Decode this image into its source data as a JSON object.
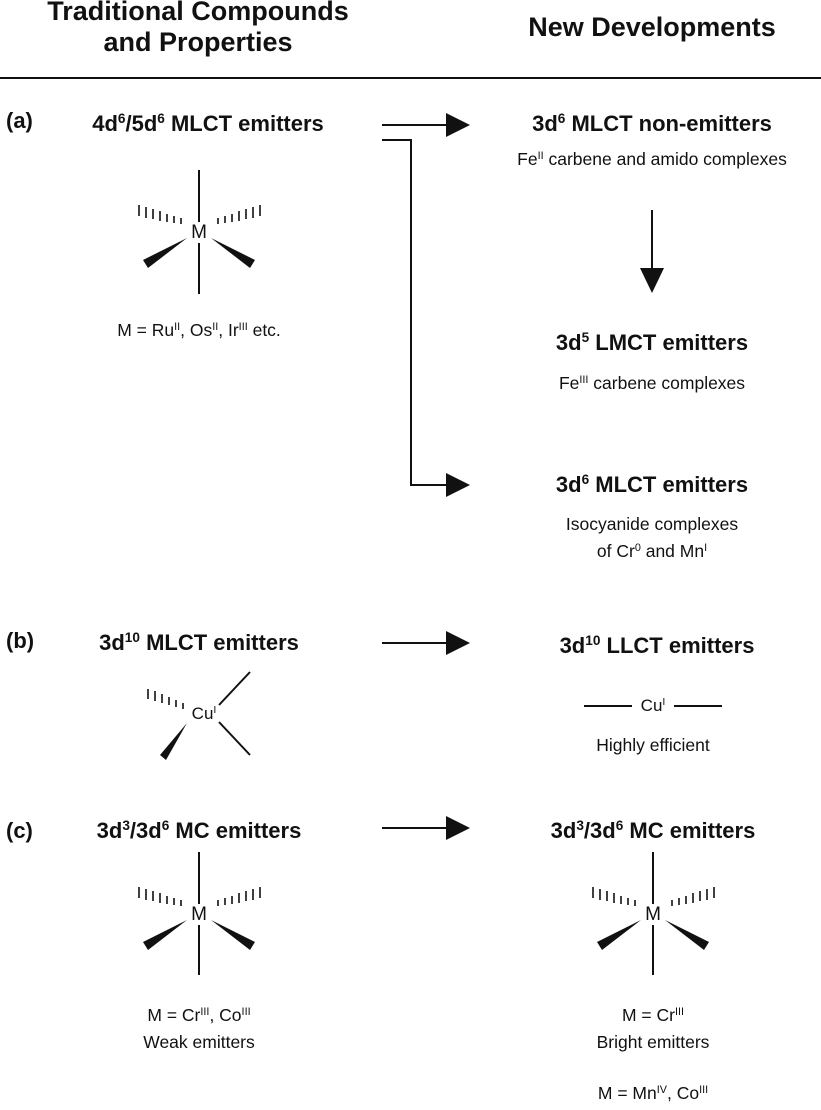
{
  "header": {
    "left": [
      "Traditional Compounds",
      "and Properties"
    ],
    "right": "New Developments"
  },
  "rows": {
    "a": {
      "tag": "(a)",
      "left": {
        "title": {
          "pre": "4d",
          "s1": "6",
          "mid": "/5d",
          "s2": "6",
          "post": " MLCT emitters"
        },
        "metal": "M",
        "caption": {
          "t1": "M = Ru",
          "s1": "II",
          "t2": ", Os",
          "s2": "II",
          "t3": ", Ir",
          "s3": "III",
          "t4": " etc."
        }
      },
      "right1": {
        "title": {
          "pre": "3d",
          "sup": "6",
          "post": " MLCT non-emitters"
        },
        "desc": {
          "pre": "Fe",
          "sup": "II",
          "post": " carbene and amido complexes"
        }
      },
      "right2": {
        "title": {
          "pre": "3d",
          "sup": "5",
          "post": " LMCT emitters"
        },
        "desc": {
          "pre": "Fe",
          "sup": "III",
          "post": " carbene complexes"
        }
      },
      "right3": {
        "title": {
          "pre": "3d",
          "sup": "6",
          "post": " MLCT emitters"
        },
        "desc1": "Isocyanide complexes",
        "desc2": {
          "t1": "of Cr",
          "s1": "0",
          "t2": " and Mn",
          "s2": "I"
        }
      }
    },
    "b": {
      "tag": "(b)",
      "left": {
        "title": {
          "pre": "3d",
          "sup": "10",
          "post": " MLCT emitters"
        },
        "metal": {
          "pre": "Cu",
          "sup": "I"
        }
      },
      "right": {
        "title": {
          "pre": "3d",
          "sup": "10",
          "post": " LLCT emitters"
        },
        "metal": {
          "pre": "Cu",
          "sup": "I"
        },
        "desc": "Highly efficient"
      }
    },
    "c": {
      "tag": "(c)",
      "left": {
        "title": {
          "pre": "3d",
          "s1": "3",
          "mid": "/3d",
          "s2": "6",
          "post": " MC emitters"
        },
        "metal": "M",
        "caption": {
          "t1": "M = Cr",
          "s1": "III",
          "t2": ", Co",
          "s2": "III"
        },
        "desc": "Weak emitters"
      },
      "right": {
        "title": {
          "pre": "3d",
          "s1": "3",
          "mid": "/3d",
          "s2": "6",
          "post": " MC emitters"
        },
        "metal": "M",
        "caption": {
          "t1": "M = Cr",
          "s1": "III"
        },
        "desc": "Bright emitters",
        "extra": {
          "t1": "M = Mn",
          "s1": "IV",
          "t2": ", Co",
          "s2": "III"
        }
      }
    }
  }
}
